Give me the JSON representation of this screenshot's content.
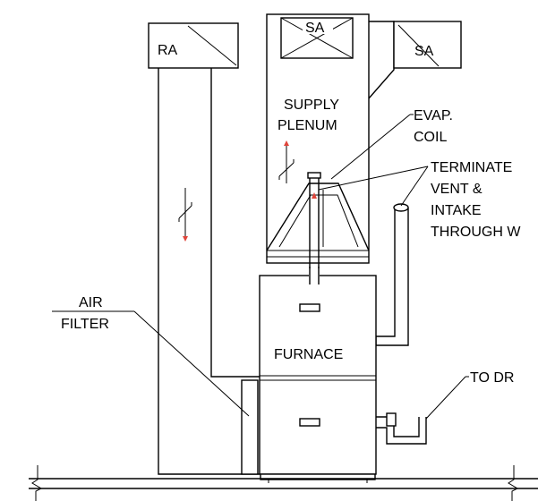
{
  "labels": {
    "ra": "RA",
    "sa_top": "SA",
    "sa_right": "SA",
    "supply_plenum_line1": "SUPPLY",
    "supply_plenum_line2": "PLENUM",
    "evap_line1": "EVAP.",
    "evap_line2": "COIL",
    "terminate_line1": "TERMINATE",
    "terminate_line2": "VENT &",
    "terminate_line3": "INTAKE",
    "terminate_line4": "THROUGH W",
    "air_filter_line1": "AIR",
    "air_filter_line2": "FILTER",
    "furnace": "FURNACE",
    "to_drain": "TO DR"
  },
  "colors": {
    "line": "#000000",
    "flow_arrow": "#e0453a",
    "background": "#ffffff"
  }
}
